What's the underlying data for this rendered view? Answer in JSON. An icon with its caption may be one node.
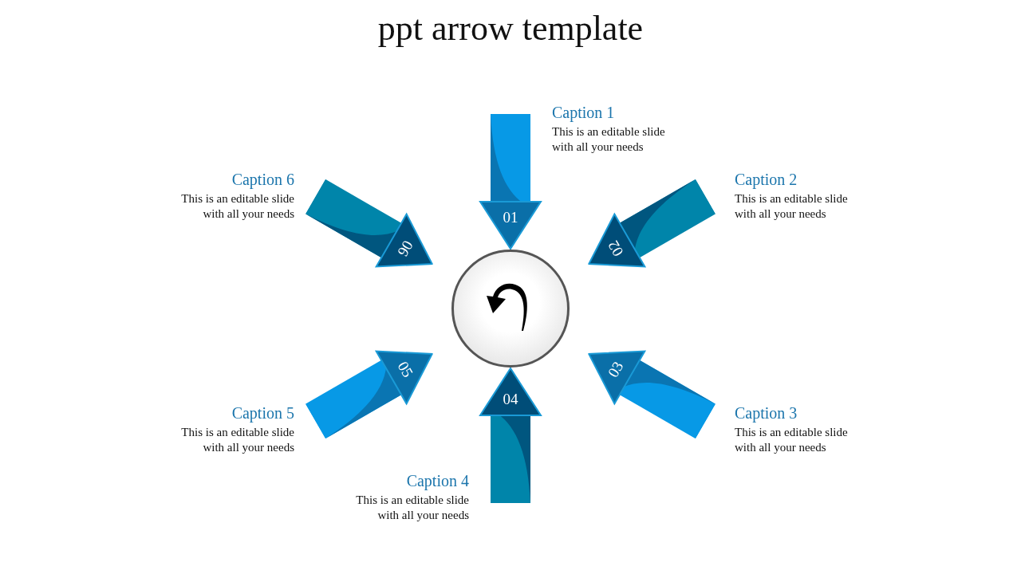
{
  "diagram": {
    "title": "ppt arrow template",
    "nodes": [
      {
        "text": [
          "01"
        ],
        "beside": [
          "Caption 1",
          "This is an editable slide with all your needs"
        ]
      },
      {
        "text": [
          "02"
        ],
        "beside": [
          "Caption 2",
          "This is an editable slide with all your needs"
        ]
      },
      {
        "text": [
          "03"
        ],
        "beside": [
          "Caption 3",
          "This is an editable slide with all your needs"
        ]
      },
      {
        "text": [
          "04"
        ],
        "beside": [
          "Caption 4",
          "This is an editable slide with all your needs"
        ]
      },
      {
        "text": [
          "05"
        ],
        "beside": [
          "Caption 5",
          "This is an editable slide with all your needs"
        ]
      },
      {
        "text": [
          "06"
        ],
        "beside": [
          "Caption 6",
          "This is an editable slide with all your needs"
        ]
      },
      {
        "text": [],
        "shape": "circle"
      }
    ]
  }
}
